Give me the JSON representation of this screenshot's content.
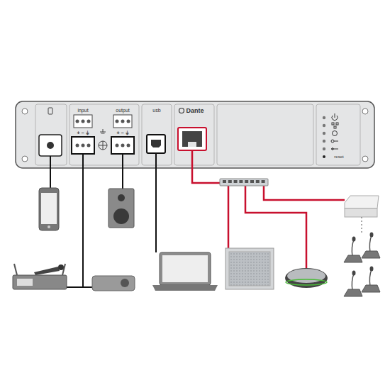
{
  "diagram": {
    "labels": [
      "input",
      "+ − ⏚",
      "output",
      "+ − ⏚",
      "usb",
      "Dante",
      "reset"
    ]
  }
}
